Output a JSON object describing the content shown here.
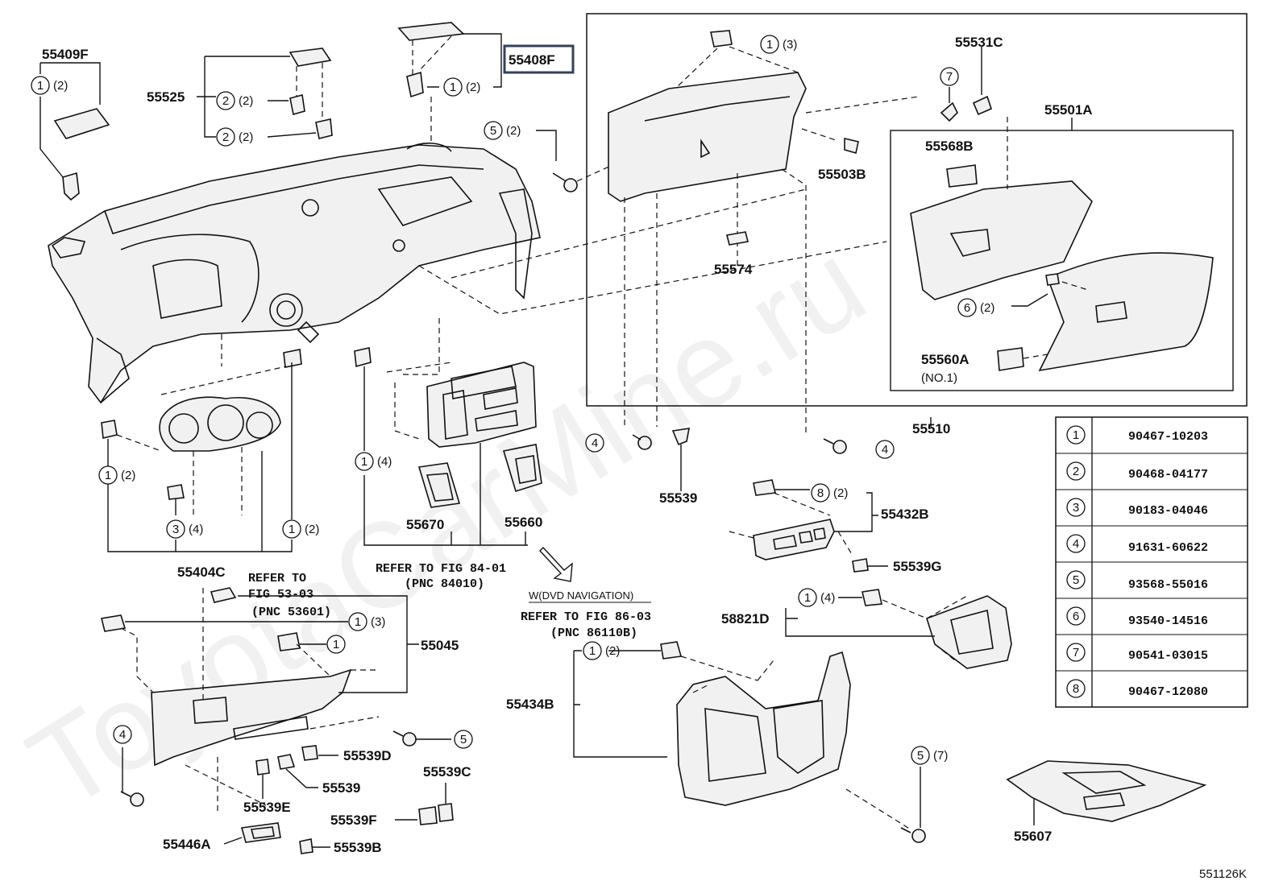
{
  "watermark": "ToyotaCarMine.ru",
  "figure_code": "551126K",
  "boxed_label": "55408F",
  "part_labels": {
    "p55409F": "55409F",
    "p55525": "55525",
    "p55408F": "55408F",
    "p55501A": "55501A",
    "p55531C": "55531C",
    "p55568B": "55568B",
    "p55503B": "55503B",
    "p55574": "55574",
    "p55560A": "55560A",
    "p55560A_note": "(NO.1)",
    "p55510": "55510",
    "p55539": "55539",
    "p55432B": "55432B",
    "p55539G": "55539G",
    "p58821D": "58821D",
    "p55670": "55670",
    "p55660": "55660",
    "p55404C": "55404C",
    "p55045": "55045",
    "p55434B": "55434B",
    "p55539D": "55539D",
    "p55539_2": "55539",
    "p55539C": "55539C",
    "p55539E": "55539E",
    "p55539F": "55539F",
    "p55446A": "55446A",
    "p55539B": "55539B",
    "p55607": "55607"
  },
  "references": {
    "fig53_line1": "REFER TO",
    "fig53_line2": "FIG 53-03",
    "fig53_line3": "(PNC 53601)",
    "fig84_line1": "REFER TO FIG 84-01",
    "fig84_line2": "(PNC 84010)",
    "dvd_note": "W(DVD NAVIGATION)",
    "fig86_line1": "REFER TO FIG 86-03",
    "fig86_line2": "(PNC 86110B)"
  },
  "callouts": {
    "c1": {
      "num": "1",
      "qty": "(2)"
    },
    "c2": {
      "num": "2",
      "qty": "(2)"
    },
    "c3": {
      "num": "2",
      "qty": "(2)"
    },
    "c4": {
      "num": "1",
      "qty": "(2)"
    },
    "c5": {
      "num": "5",
      "qty": "(2)"
    },
    "c6": {
      "num": "1",
      "qty": "(3)"
    },
    "c7": {
      "num": "7",
      "qty": ""
    },
    "c8": {
      "num": "6",
      "qty": "(2)"
    },
    "c9": {
      "num": "4",
      "qty": ""
    },
    "c10": {
      "num": "4",
      "qty": ""
    },
    "c11": {
      "num": "1",
      "qty": "(2)"
    },
    "c12": {
      "num": "3",
      "qty": "(4)"
    },
    "c13": {
      "num": "1",
      "qty": "(2)"
    },
    "c14": {
      "num": "1",
      "qty": "(4)"
    },
    "c15": {
      "num": "8",
      "qty": "(2)"
    },
    "c16": {
      "num": "1",
      "qty": "(4)"
    },
    "c17": {
      "num": "1",
      "qty": "(3)"
    },
    "c18": {
      "num": "1",
      "qty": ""
    },
    "c19": {
      "num": "1",
      "qty": "(2)"
    },
    "c20": {
      "num": "4",
      "qty": ""
    },
    "c21": {
      "num": "5",
      "qty": ""
    },
    "c22": {
      "num": "5",
      "qty": "(7)"
    }
  },
  "parts_table": [
    {
      "num": "1",
      "part": "90467-10203"
    },
    {
      "num": "2",
      "part": "90468-04177"
    },
    {
      "num": "3",
      "part": "90183-04046"
    },
    {
      "num": "4",
      "part": "91631-60622"
    },
    {
      "num": "5",
      "part": "93568-55016"
    },
    {
      "num": "6",
      "part": "93540-14516"
    },
    {
      "num": "7",
      "part": "90541-03015"
    },
    {
      "num": "8",
      "part": "90467-12080"
    }
  ]
}
